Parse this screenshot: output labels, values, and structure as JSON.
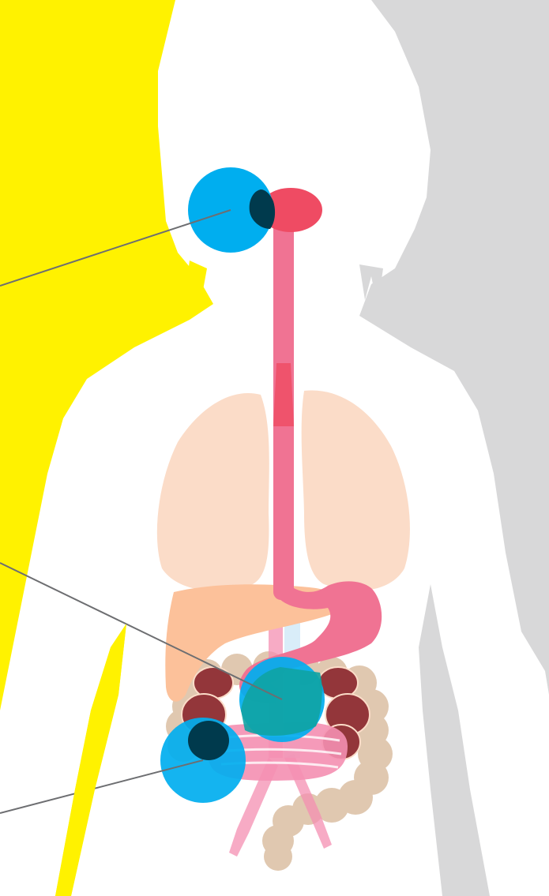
{
  "palette": {
    "background_left": "#fff200",
    "background_right": "#d8d8d9",
    "body": "#ffffff",
    "brain_highlight": "#00aeef",
    "brainstem": "#ef4b63",
    "digestive_tract": "#f07393",
    "lungs": "#fbdcc8",
    "liver": "#fcc19a",
    "kidneys": "#93363a",
    "intestine": "#e0c8b0",
    "small_intestine": "#f48fb1",
    "intestine_highlight": "#00aeef",
    "overlap_dark": "#003a4d",
    "overlap_teal": "#0fa3a3",
    "leader_line": "#6d6e71"
  },
  "figure": {
    "subject": "child-body-silhouette",
    "organs": [
      "brain",
      "brainstem",
      "esophagus",
      "lungs",
      "stomach",
      "liver",
      "kidneys",
      "small-intestine",
      "large-intestine",
      "blood-vessels"
    ],
    "highlights": [
      "brain-region",
      "upper-intestine-region",
      "lower-intestine-region"
    ]
  }
}
